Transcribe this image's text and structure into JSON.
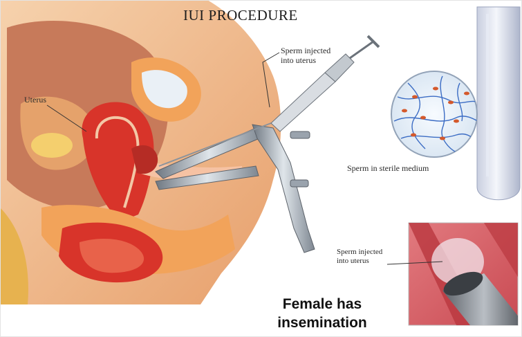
{
  "title": "IUI PROCEDURE",
  "labels": {
    "uterus": "Uterus",
    "sperm_injected_top_line1": "Sperm injected",
    "sperm_injected_top_line2": "into uterus",
    "sperm_medium": "Sperm in sterile medium",
    "sperm_injected_inset_line1": "Sperm injected",
    "sperm_injected_inset_line2": "into uterus"
  },
  "caption": {
    "line1": "Female has",
    "line2": "insemination"
  },
  "colors": {
    "uterus_red": "#d8342a",
    "tissue_orange": "#f2a35a",
    "skin": "#f3c49a",
    "steel": "#9aa3ad"
  }
}
